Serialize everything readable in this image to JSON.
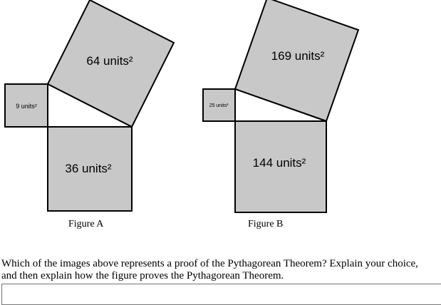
{
  "figure_a": {
    "caption": "Figure A",
    "small_square": "9 units²",
    "bottom_square": "36 units²",
    "hyp_square": "64 units²"
  },
  "figure_b": {
    "caption": "Figure B",
    "small_square": "25 units²",
    "bottom_square": "144 units²",
    "hyp_square": "169 units²"
  },
  "question": "Which of the images above represents a proof of the Pythagorean Theorem? Explain your choice, and then explain how the figure proves the Pythagorean Theorem.",
  "answer": {
    "value": ""
  }
}
